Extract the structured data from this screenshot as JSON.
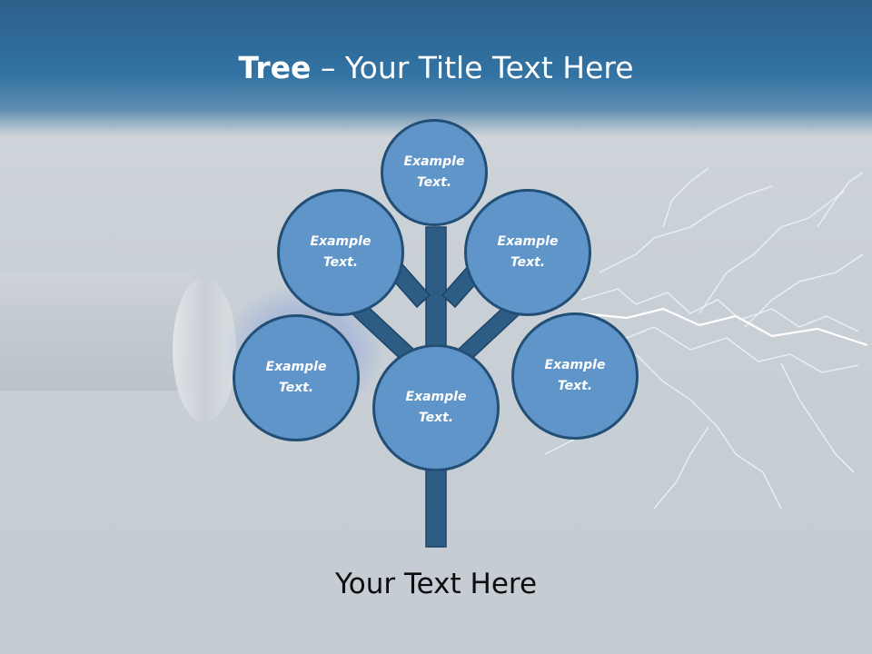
{
  "title": {
    "bold": "Tree",
    "rest": " – Your Title Text Here"
  },
  "nodes": {
    "top": "Example\nText.",
    "upper_left": "Example\nText.",
    "upper_right": "Example\nText.",
    "lower_left": "Example\nText.",
    "lower_right": "Example\nText.",
    "center": "Example\nText."
  },
  "footer": "Your Text Here",
  "colors": {
    "node_fill": "#5f95c9",
    "node_border": "#234f76",
    "trunk": "#2d5c84",
    "header": "#2c5f8a"
  }
}
